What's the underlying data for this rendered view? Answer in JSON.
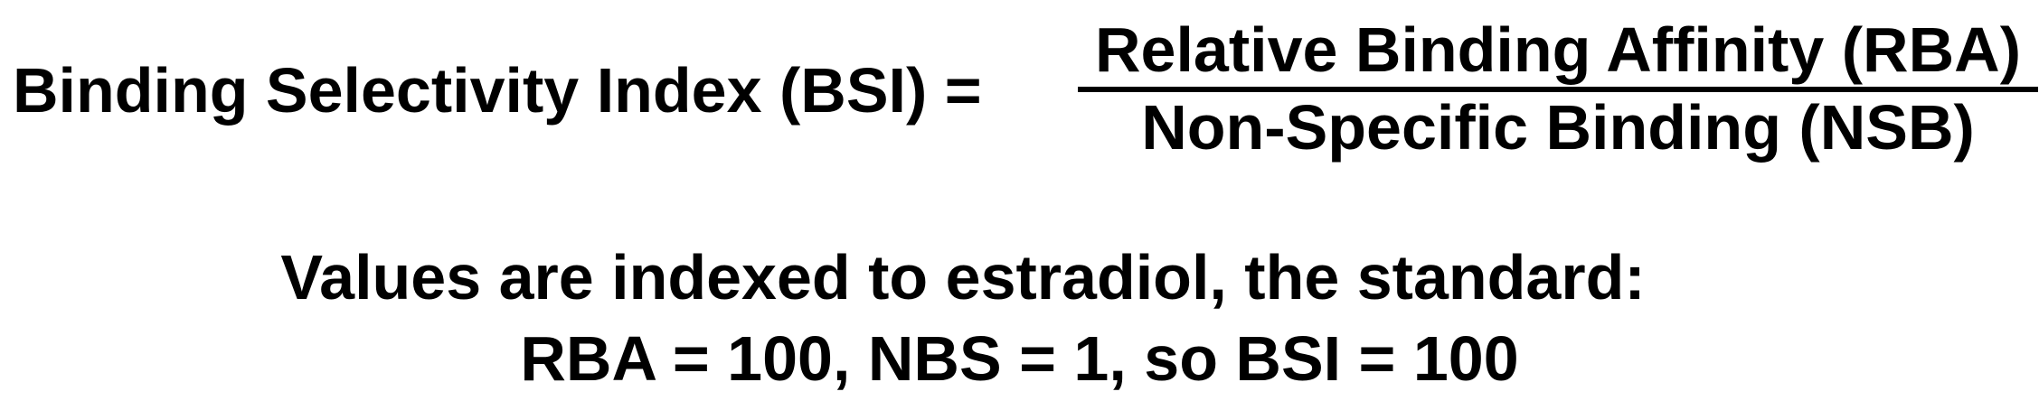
{
  "formula": {
    "lhs": "Binding Selectivity Index (BSI) =",
    "numerator": "Relative Binding Affinity (RBA)",
    "denominator": "Non-Specific Binding (NSB)"
  },
  "note": {
    "line1": "Values are indexed to estradiol, the standard:",
    "line2": "RBA = 100, NBS = 1, so BSI = 100"
  }
}
